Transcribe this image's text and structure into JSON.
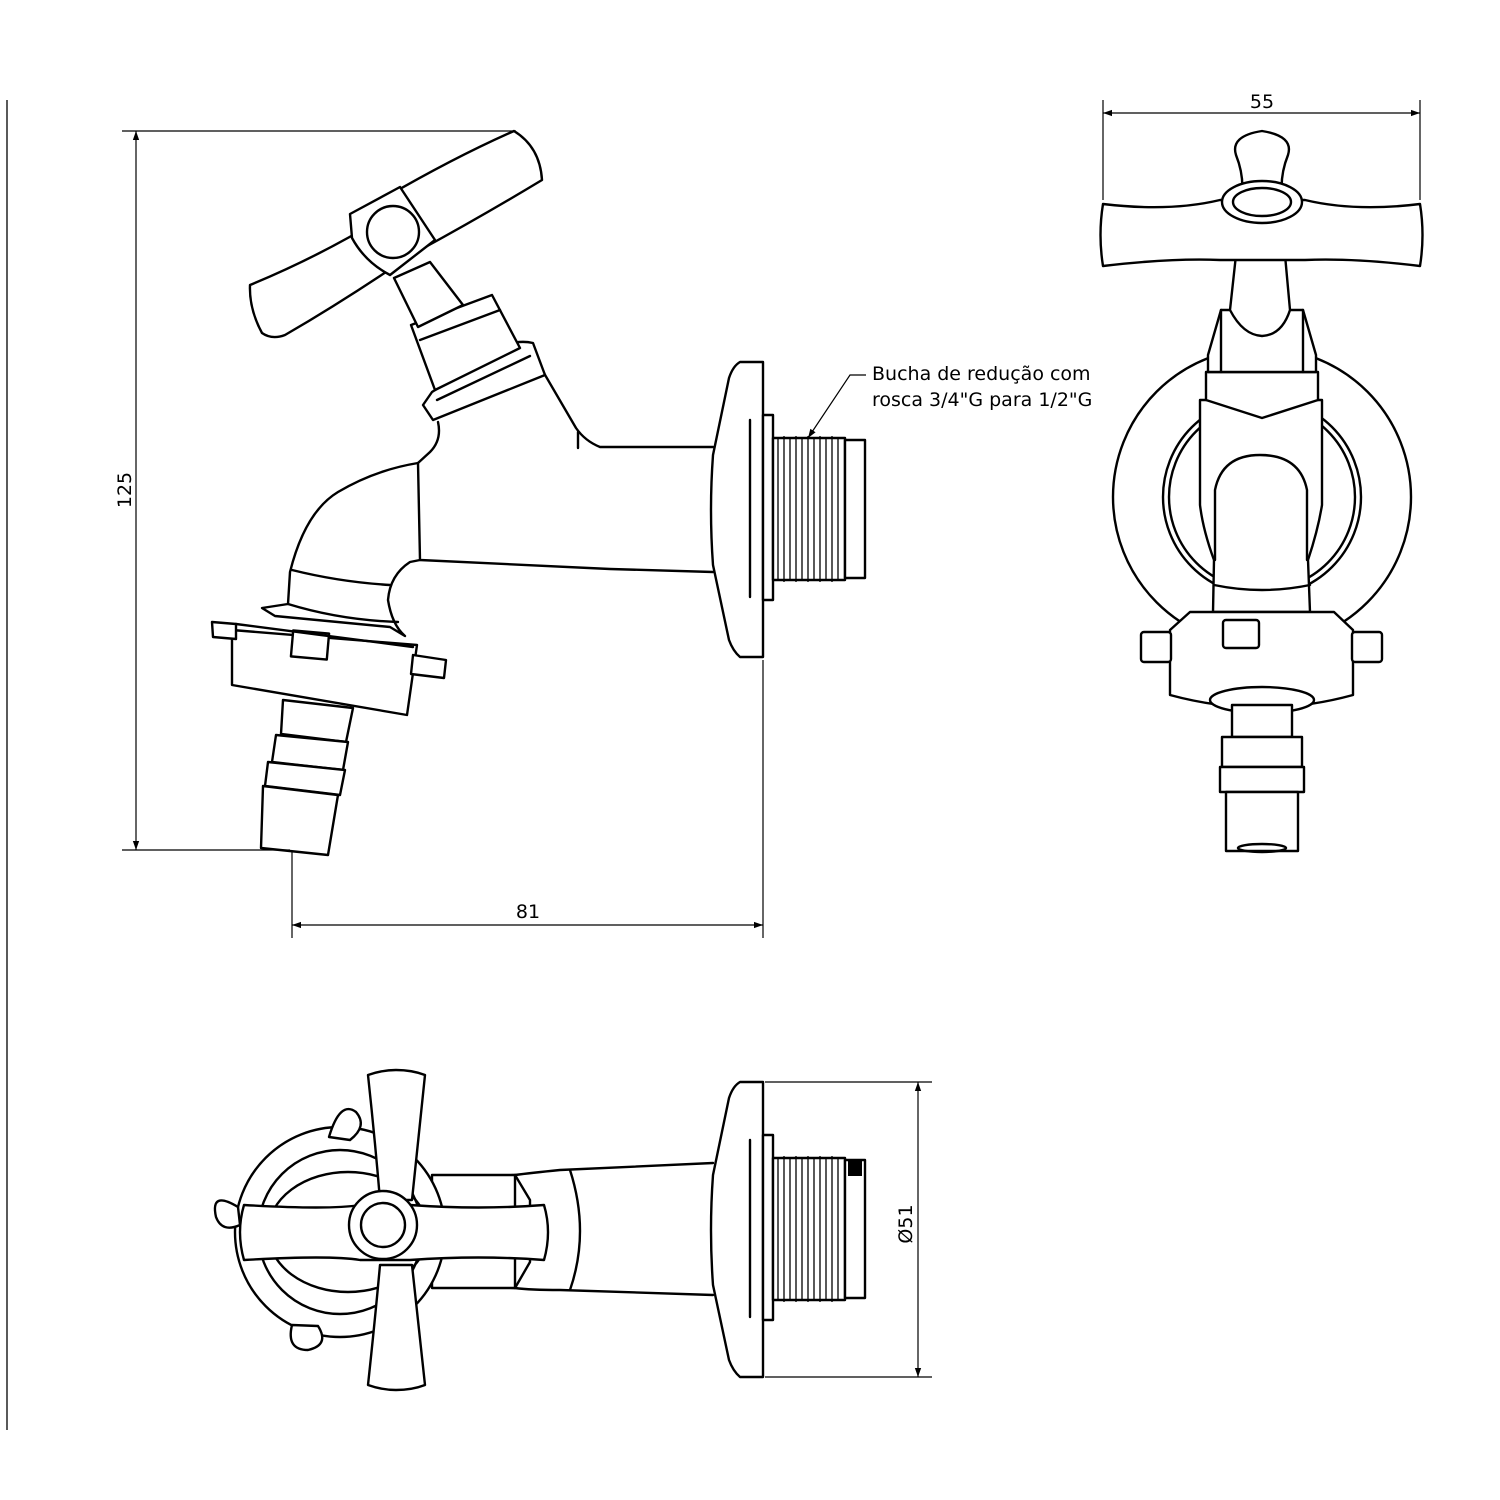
{
  "dimensions": {
    "height": "125",
    "depth": "81",
    "width": "55",
    "flange_diameter": "Ø51"
  },
  "note": {
    "line1": "Bucha de redução com",
    "line2": "rosca 3/4\"G para 1/2\"G"
  }
}
